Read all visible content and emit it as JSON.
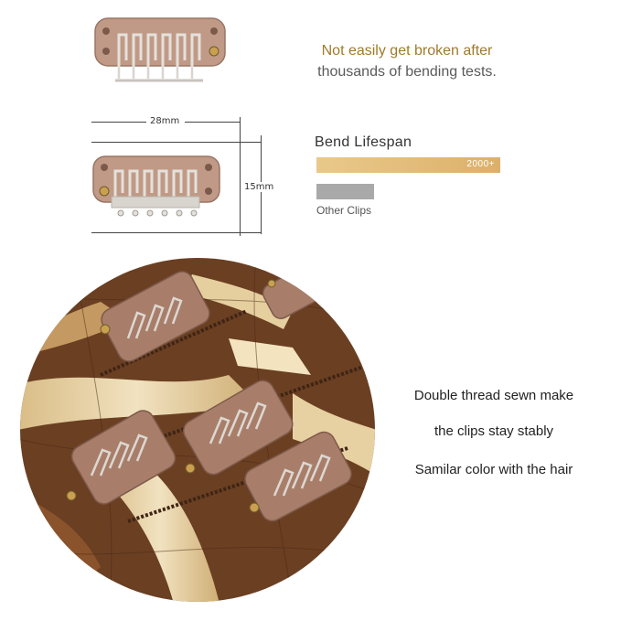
{
  "headline": {
    "line1": "Not easily get broken after",
    "line2": "thousands of bending tests."
  },
  "dimensions": {
    "width_label": "28mm",
    "height_label": "15mm"
  },
  "bend": {
    "title": "Bend Lifespan",
    "main_bar_label": "2000+",
    "other_label": "Other Clips"
  },
  "features": [
    "Double thread sewn make",
    "the clips stay stably",
    "Samilar color with the hair"
  ],
  "colors": {
    "clip": "#b08a78",
    "bar_gold": "#dcb06a",
    "bar_gray": "#a9a9a9",
    "hair_dark": "#6b3f22",
    "hair_blonde": "#e8d3a6"
  }
}
